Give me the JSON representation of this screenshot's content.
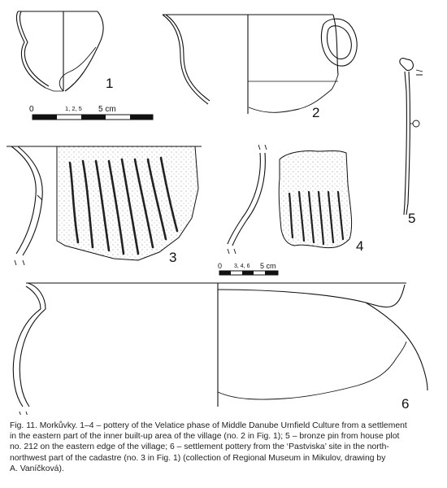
{
  "figure": {
    "items": [
      {
        "id": "1",
        "label": "1"
      },
      {
        "id": "2",
        "label": "2"
      },
      {
        "id": "3",
        "label": "3"
      },
      {
        "id": "4",
        "label": "4"
      },
      {
        "id": "5",
        "label": "5"
      },
      {
        "id": "6",
        "label": "6"
      }
    ],
    "scale_bars": [
      {
        "start_label": "0",
        "applies_to": "1, 2, 5",
        "end_label": "5 cm"
      },
      {
        "start_label": "0",
        "applies_to": "3, 4, 6",
        "end_label": "5 cm"
      }
    ]
  },
  "caption": {
    "lines": [
      "Fig. 11. Morkůvky. 1–4 – pottery of the Velatice phase of Middle Danube Urnfield Culture from a settlement",
      "in the eastern part of the inner built-up area of the village (no. 2 in Fig. 1); 5 – bronze pin from house plot",
      "no. 212 on the eastern edge of the village; 6 – settlement pottery from the ‘Pastviska’ site in the north-",
      "northwest part of the cadastre (no. 3 in Fig. 1) (collection of Regional Museum in Mikulov, drawing by",
      "A. Vaníčková)."
    ]
  }
}
